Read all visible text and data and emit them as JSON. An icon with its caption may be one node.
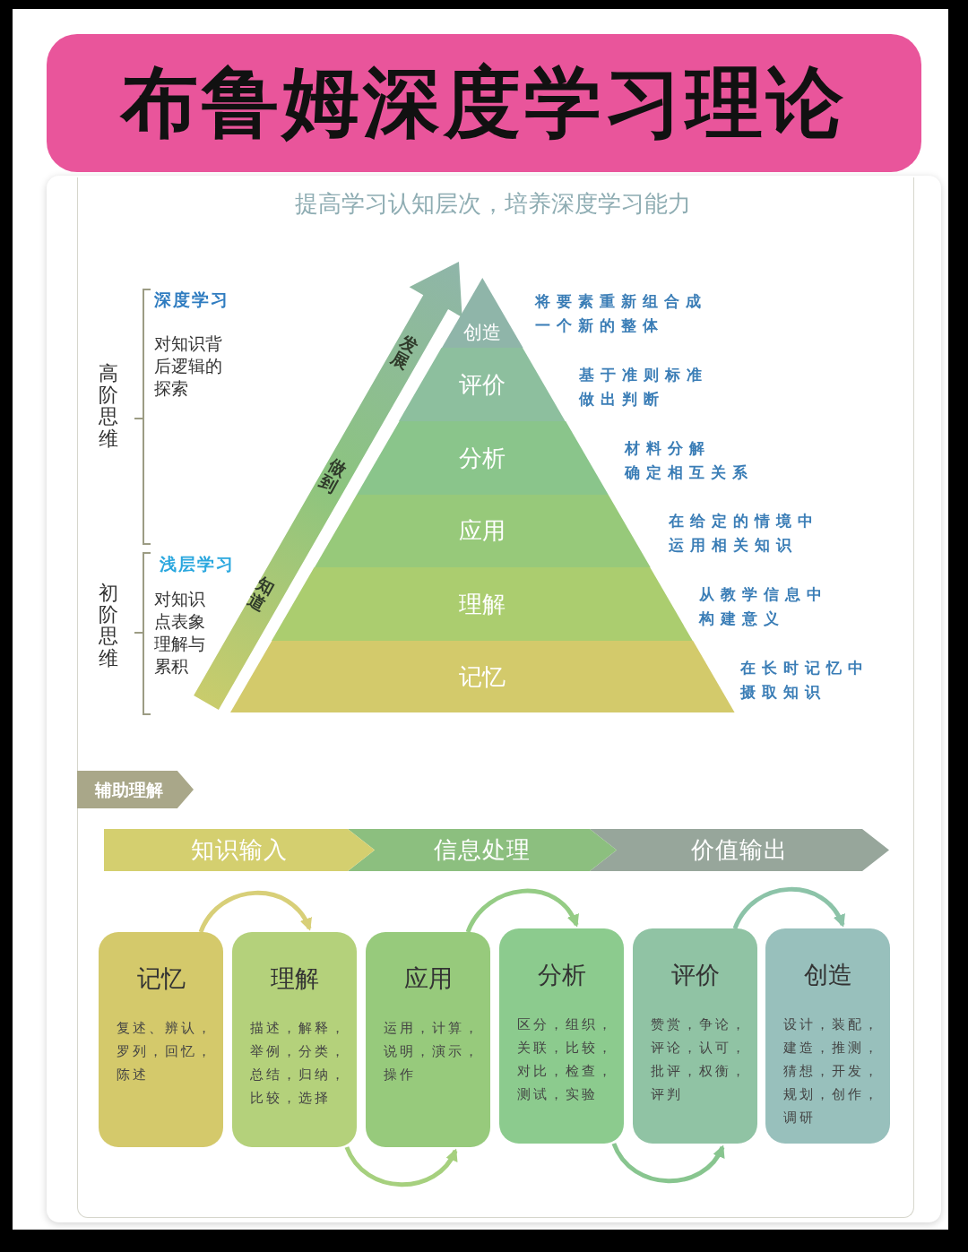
{
  "diagram": {
    "title": "布鲁姆深度学习理论",
    "nodes": [
      {
        "text": [
          "创造"
        ],
        "beside": [
          "将要素重新组合成一个新的整体"
        ]
      },
      {
        "text": [
          "评价"
        ],
        "beside": [
          "基于准则标准做出判断"
        ]
      },
      {
        "text": [
          "分析"
        ],
        "beside": [
          "材料分解",
          "确定相互关系"
        ]
      },
      {
        "text": [
          "应用"
        ],
        "beside": [
          "在给定的情境中运用相关知识"
        ]
      },
      {
        "text": [
          "理解"
        ],
        "beside": [
          "从教学信息中构建意义"
        ]
      },
      {
        "text": [
          "记忆"
        ],
        "beside": [
          "在长时记忆中摄取知识"
        ]
      },
      {
        "text": [
          "知识输入"
        ]
      },
      {
        "text": [
          "信息处理"
        ]
      },
      {
        "text": [
          "价值输出"
        ]
      },
      {
        "text": [
          "记忆",
          "复述、辨认，罗列，回忆，陈述"
        ]
      },
      {
        "text": [
          "理解",
          "描述，解释，举例，分类，总结，归纳，比较，选择"
        ]
      },
      {
        "text": [
          "应用",
          "运用，计算，说明，演示，操作"
        ]
      },
      {
        "text": [
          "分析",
          "区分，组织，关联，比较，对比，检查，测试，实验"
        ]
      },
      {
        "text": [
          "评价",
          "赞赏，争论，评论，认可，批评，权衡，评判"
        ]
      },
      {
        "text": [
          "创造",
          "设计，装配，建造，推测，猜想，开发，规划，创作，调研"
        ]
      }
    ],
    "edges": [
      {
        "from": 9,
        "to": 10,
        "arrow": "to",
        "color": "#d8cf78"
      },
      {
        "from": 10,
        "to": 11,
        "arrow": "to",
        "color": "#a6d07e"
      },
      {
        "from": 11,
        "to": 12,
        "arrow": "to",
        "color": "#95cc85"
      },
      {
        "from": 12,
        "to": 13,
        "arrow": "to",
        "color": "#88c58f"
      },
      {
        "from": 13,
        "to": 14,
        "arrow": "to",
        "color": "#8cc3a8"
      }
    ],
    "labels": [
      "提高学习认知层次，培养深度学习能力",
      "深度学习",
      "对知识背后逻辑的探索",
      "高阶思维",
      "发展",
      "做到",
      "浅层学习",
      "对知识点表象理解与累积",
      "初阶思维",
      "知道",
      "辅助理解"
    ]
  }
}
